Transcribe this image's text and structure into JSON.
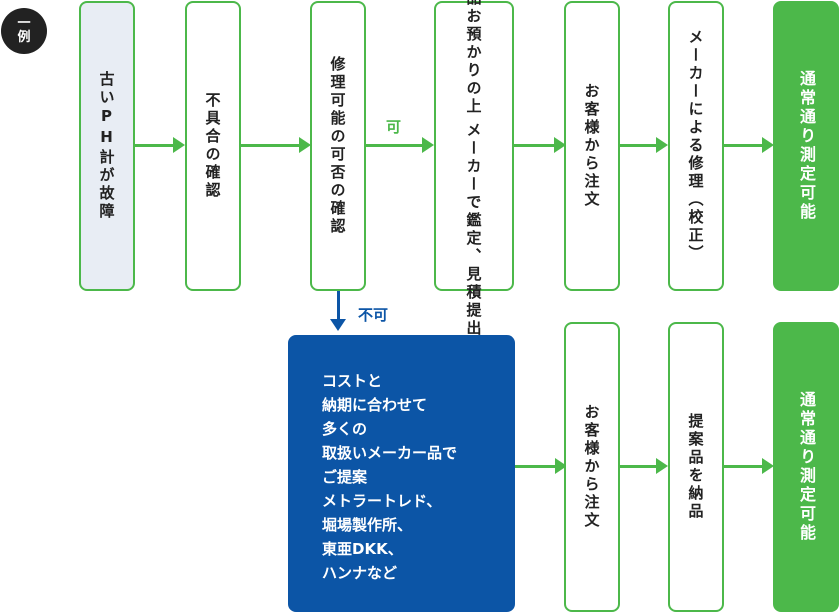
{
  "badge": [
    "一",
    "例"
  ],
  "top_row": {
    "start": "古いPH計が故障",
    "step2": "不具合の確認",
    "step3": "修理可能の可否の確認",
    "yes_label": "可",
    "step4_line1": "メーカーで鑑定、見積提出",
    "step4_line2": "修理品お預かりの上",
    "step5": "お客様から注文",
    "step6": "メーカーによる修理（校正）",
    "end": "通常通り測定可能"
  },
  "branch": {
    "no_label": "不可",
    "alternative_lines": [
      "コストと",
      "納期に合わせて",
      "多くの",
      "取扱いメーカー品で",
      "ご提案",
      "メトラートレド、",
      "堀場製作所、",
      "東亜DKK、",
      "ハンナなど"
    ],
    "step5": "お客様から注文",
    "step6": "提案品を納品",
    "end": "通常通り測定可能"
  },
  "colors": {
    "green": "#4cb84a",
    "blue": "#0c55a6",
    "start_fill": "#e8edf4"
  }
}
